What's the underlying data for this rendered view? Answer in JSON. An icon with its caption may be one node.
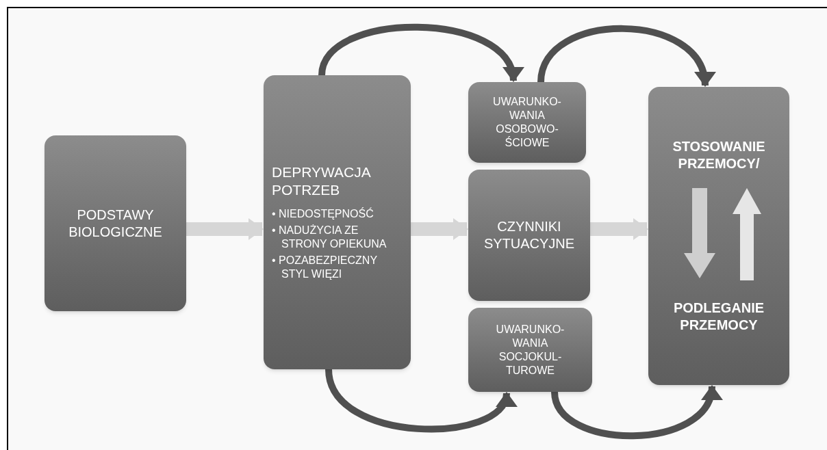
{
  "diagram": {
    "nodes": [
      {
        "text": [
          "PODSTAWY BIOLOGICZNE"
        ]
      },
      {
        "text": [
          "DEPRYWACJA POTRZEB",
          "• NIEDOSTĘPNOŚĆ",
          "• NADUŻYCIA ZE STRONY OPIEKUNA",
          "• POZABEZPIECZNY STYL WIĘZI"
        ]
      },
      {
        "text": [
          "UWARUNKO- WANIA OSOBOWO- ŚCIOWE"
        ]
      },
      {
        "text": [
          "CZYNNIKI SYTUACYJNE"
        ]
      },
      {
        "text": [
          "UWARUNKO- WANIA SOCJOKUL- TUROWE"
        ]
      },
      {
        "text": [
          "STOSOWANIE PRZEMOCY/",
          "PODLEGANIE PRZEMOCY"
        ]
      }
    ],
    "edges": [
      {
        "from": 0,
        "to": 1,
        "arrow": "to",
        "style": "thick",
        "color": "#d6d6d6"
      },
      {
        "from": 1,
        "to": 3,
        "arrow": "to",
        "style": "thick",
        "color": "#d6d6d6"
      },
      {
        "from": 3,
        "to": 5,
        "arrow": "to",
        "style": "thick",
        "color": "#d6d6d6"
      },
      {
        "from": 1,
        "to": 2,
        "arrow": "to"
      },
      {
        "from": 2,
        "to": 5,
        "arrow": "to"
      },
      {
        "from": 1,
        "to": 4,
        "arrow": "to"
      },
      {
        "from": 4,
        "to": 5,
        "arrow": "to"
      }
    ]
  }
}
